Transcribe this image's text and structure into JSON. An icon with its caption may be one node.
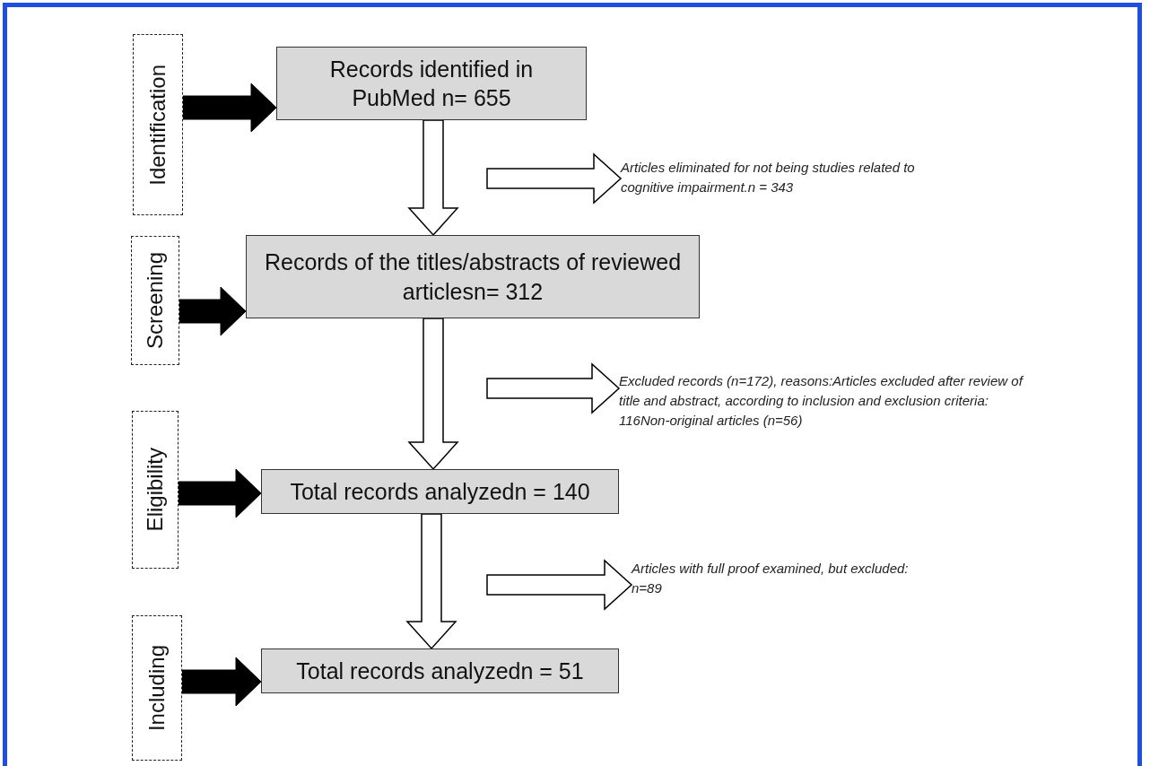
{
  "diagram": {
    "nodes": [
      {
        "text": [
          "Identification"
        ]
      },
      {
        "text": [
          "Screening"
        ]
      },
      {
        "text": [
          "Eligibility"
        ]
      },
      {
        "text": [
          "Including"
        ]
      },
      {
        "text": [
          "Records identified in PubMed n= 655"
        ]
      },
      {
        "text": [
          "Records of the titles/abstracts of reviewed articlesn= 312"
        ]
      },
      {
        "text": [
          "Total records analyzedn = 140"
        ]
      },
      {
        "text": [
          "Total records analyzedn = 51"
        ]
      },
      {
        "text": [
          "Articles eliminated for not being studies related to cognitive impairment.n = 343"
        ]
      },
      {
        "text": [
          "Excluded records (n=172), reasons:Articles excluded after review of title and abstract, according to inclusion and exclusion criteria: 116Non-original articles (n=56)"
        ]
      },
      {
        "text": [
          "Articles with full proof examined, but excluded: n=89"
        ]
      }
    ],
    "edges": [
      {
        "from": 0,
        "to": 4,
        "arrow": "to",
        "style": "thick"
      },
      {
        "from": 4,
        "to": 5,
        "arrow": "to"
      },
      {
        "from": null,
        "to": 8,
        "arrow": "to"
      },
      {
        "from": 1,
        "to": 5,
        "arrow": "to",
        "style": "thick"
      },
      {
        "from": 5,
        "to": 6,
        "arrow": "to"
      },
      {
        "from": null,
        "to": 9,
        "arrow": "to"
      },
      {
        "from": 2,
        "to": 6,
        "arrow": "to",
        "style": "thick"
      },
      {
        "from": 6,
        "to": 7,
        "arrow": "to"
      },
      {
        "from": null,
        "to": 10,
        "arrow": "to"
      },
      {
        "from": 3,
        "to": 7,
        "arrow": "to",
        "style": "thick"
      }
    ]
  }
}
